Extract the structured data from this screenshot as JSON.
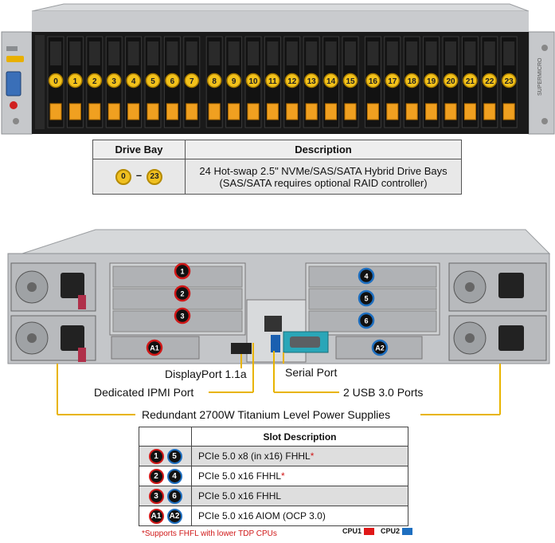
{
  "front": {
    "bay_numbers": [
      "0",
      "1",
      "2",
      "3",
      "4",
      "5",
      "6",
      "7",
      "8",
      "9",
      "10",
      "11",
      "12",
      "13",
      "14",
      "15",
      "16",
      "17",
      "18",
      "19",
      "20",
      "21",
      "22",
      "23"
    ],
    "brand": "SUPERMICRO"
  },
  "drive_table": {
    "headers": [
      "Drive Bay",
      "Description"
    ],
    "bay_start": "0",
    "bay_end": "23",
    "description_line1": "24 Hot-swap 2.5\" NVMe/SAS/SATA Hybrid Drive Bays",
    "description_line2": "(SAS/SATA requires optional RAID controller)"
  },
  "rear": {
    "slots_cpu1": [
      "1",
      "2",
      "3"
    ],
    "slots_cpu2": [
      "4",
      "5",
      "6"
    ],
    "aiom_left": "A1",
    "aiom_right": "A2"
  },
  "labels": {
    "displayport": "DisplayPort 1.1a",
    "serial": "Serial Port",
    "ipmi": "Dedicated IPMI Port",
    "usb": "2 USB 3.0 Ports",
    "psu": "Redundant 2700W Titanium  Level Power Supplies"
  },
  "slot_table": {
    "header": "Slot Description",
    "rows": [
      {
        "a": "1",
        "b": "5",
        "b_color": "blue",
        "desc": "PCIe 5.0 x8 (in x16) FHHL",
        "star": "*"
      },
      {
        "a": "2",
        "b": "4",
        "b_color": "blue",
        "desc": "PCIe 5.0 x16 FHHL",
        "star": "*"
      },
      {
        "a": "3",
        "b": "6",
        "b_color": "blue",
        "desc": "PCIe 5.0 x16 FHHL",
        "star": ""
      },
      {
        "a": "A1",
        "b": "A2",
        "b_color": "blue",
        "desc": "PCIe 5.0 x16 AIOM (OCP 3.0)",
        "star": ""
      }
    ],
    "footnote": "*Supports FHFL with lower TDP CPUs",
    "legend": [
      {
        "label": "CPU1",
        "color": "#e01818"
      },
      {
        "label": "CPU2",
        "color": "#1e6fc0"
      }
    ]
  }
}
